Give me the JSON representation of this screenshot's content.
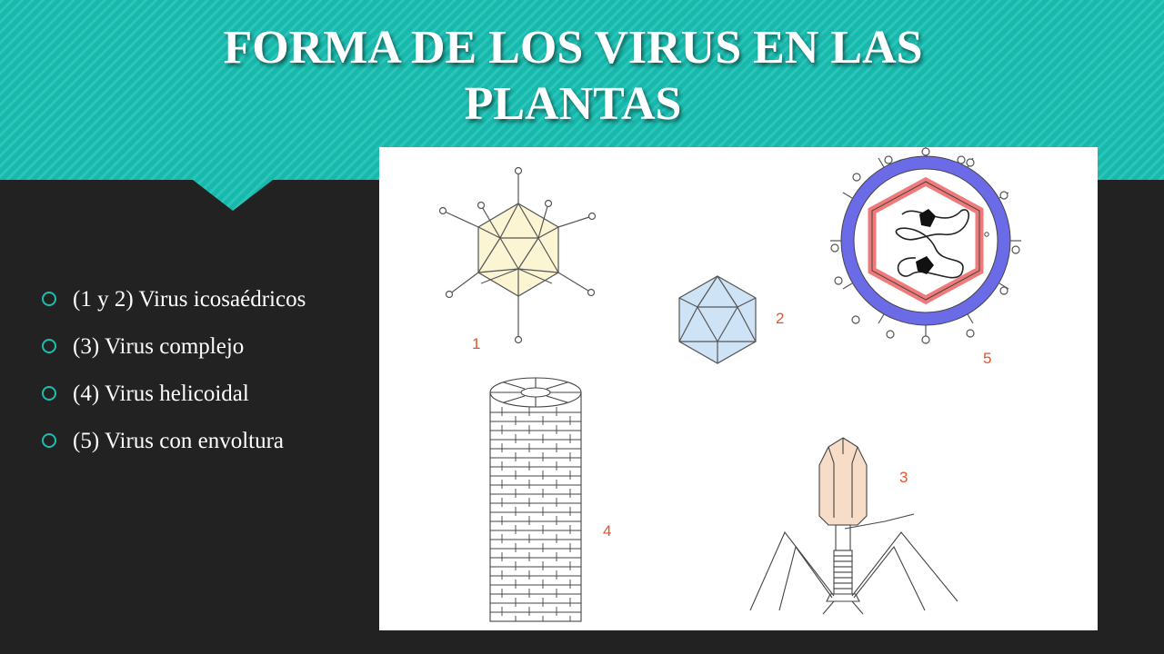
{
  "slide": {
    "title_line1": "FORMA DE LOS VIRUS EN LAS",
    "title_line2": "PLANTAS",
    "bullets": [
      "(1 y 2) Virus icosaédricos",
      " (3) Virus complejo",
      "(4) Virus helicoidal",
      "(5) Virus con envoltura"
    ]
  },
  "figure": {
    "labels": [
      "1",
      "2",
      "3",
      "4",
      "5"
    ]
  },
  "colors": {
    "header_teal": "#17b9ac",
    "header_stripe": "#3fd0c4",
    "background": "#222222",
    "bullet": "#1bbfb0",
    "label": "#e2542e",
    "capsid_yellow": "#fbf5d4",
    "capsid_blue": "#cfe3f7",
    "envelope_blue": "#6b6be8",
    "capsid_red": "#f07a7a",
    "phage_head": "#f7dcc8"
  }
}
